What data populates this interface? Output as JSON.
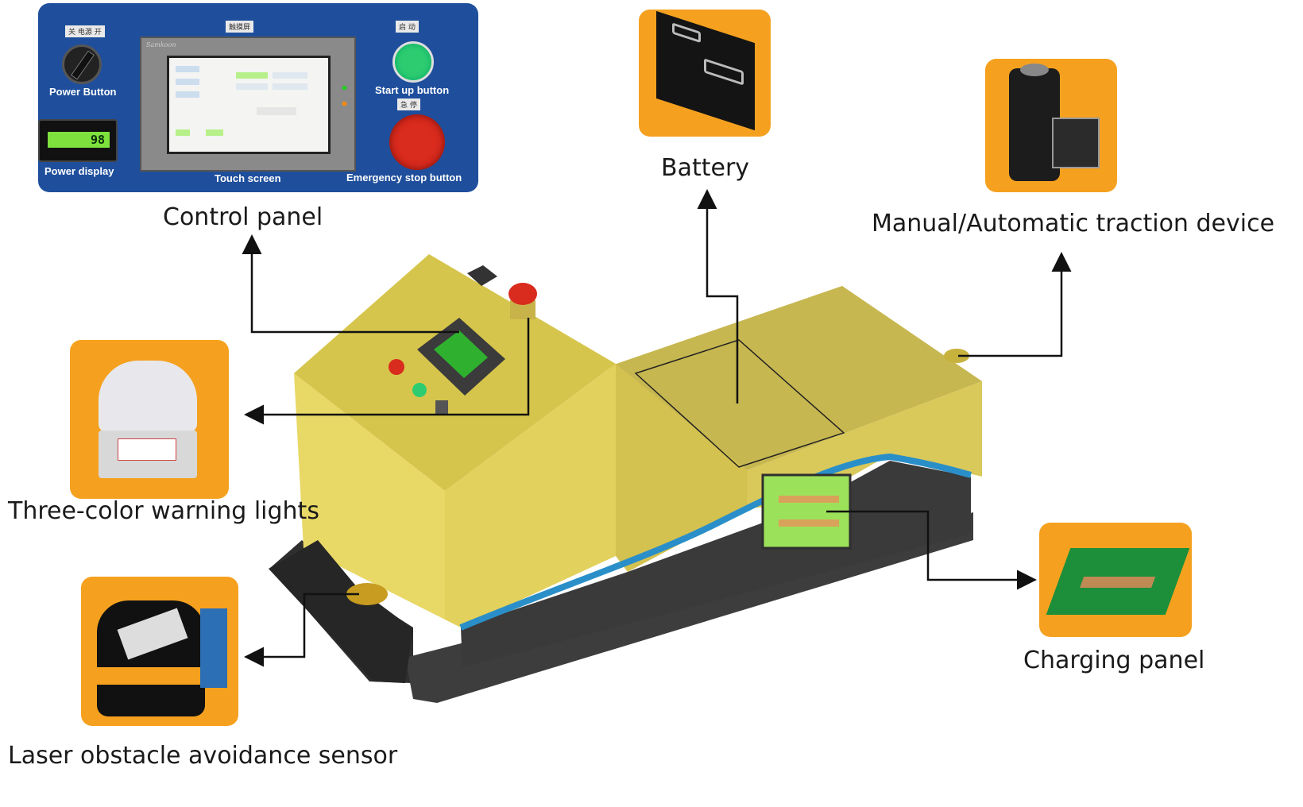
{
  "labels": {
    "control_panel": "Control panel",
    "battery": "Battery",
    "traction": "Manual/Automatic traction device",
    "warning_lights": "Three-color warning lights",
    "charging_panel": "Charging panel",
    "laser_sensor": "Laser obstacle avoidance sensor"
  },
  "panel_inset": {
    "power_button": "Power Button",
    "power_display": "Power display",
    "touch_screen": "Touch screen",
    "start_button": "Start up button",
    "emergency_button": "Emergency stop button",
    "battery_percent": "98",
    "tag_power": "关 电源 开",
    "tag_touch": "触摸屏",
    "tag_start": "启 动",
    "tag_stop": "急 停",
    "screen_brand": "Samkoon"
  },
  "colors": {
    "card_orange": "#f5a11f",
    "panel_blue": "#1f4f9c",
    "body_yellow": "#e6d35c",
    "stripe_blue": "#2a8fc8",
    "base_dark": "#3c3c3c",
    "screen_green": "#2fb12f",
    "stop_red": "#d92b1e"
  }
}
